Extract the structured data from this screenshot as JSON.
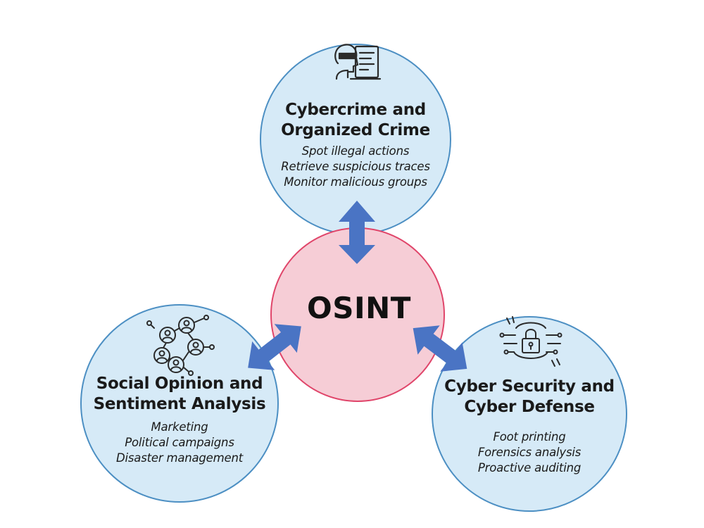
{
  "center": {
    "label": "OSINT",
    "fill": "#f6cdd6",
    "stroke": "#e0456a"
  },
  "colors": {
    "node_fill": "#d6eaf7",
    "node_stroke": "#4c8fc3",
    "arrow": "#4a74c4",
    "icon": "#2b2b2b"
  },
  "nodes": {
    "top": {
      "icon": "hacker-computer-icon",
      "title_line1": "Cybercrime and",
      "title_line2": "Organized Crime",
      "items": [
        "Spot illegal actions",
        "Retrieve suspicious traces",
        "Monitor malicious groups"
      ]
    },
    "left": {
      "icon": "social-network-icon",
      "title_line1": "Social Opinion and",
      "title_line2": "Sentiment Analysis",
      "items": [
        "Marketing",
        "Political campaigns",
        "Disaster management"
      ]
    },
    "right": {
      "icon": "security-lock-icon",
      "title_line1": "Cyber Security and",
      "title_line2": "Cyber Defense",
      "items": [
        "Foot printing",
        "Forensics analysis",
        "Proactive auditing"
      ]
    }
  }
}
